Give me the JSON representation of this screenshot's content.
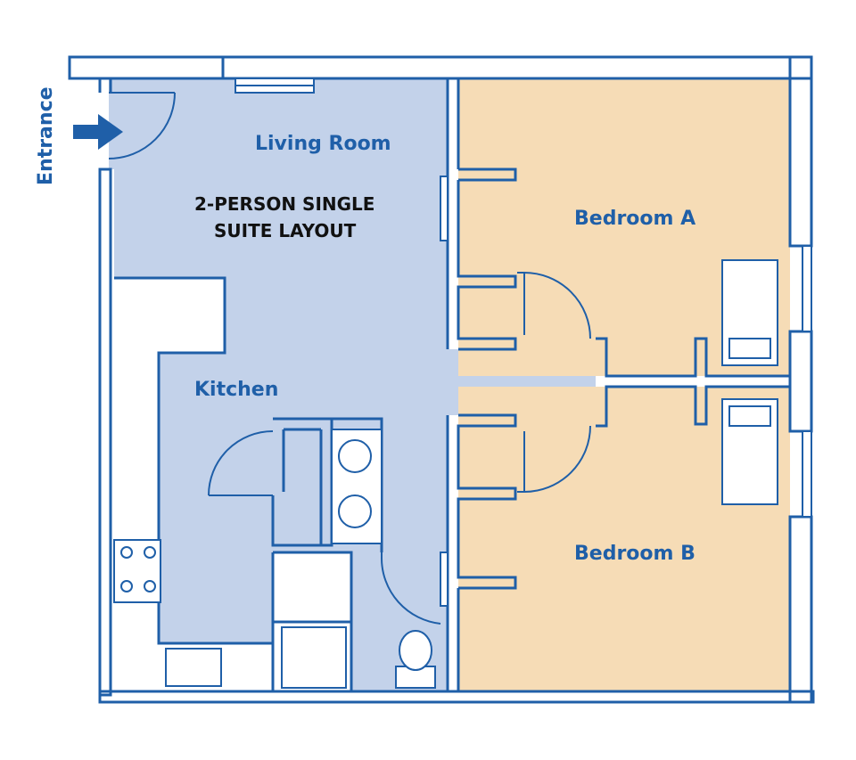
{
  "plan": {
    "title_line1": "2-PERSON  SINGLE",
    "title_line2": "SUITE LAYOUT",
    "entrance_label": "Entrance",
    "rooms": {
      "living_room": "Living Room",
      "kitchen": "Kitchen",
      "bedroom_a": "Bedroom A",
      "bedroom_b": "Bedroom B"
    },
    "colors": {
      "wall": "#1f5fa8",
      "common_area": "#c3d2ea",
      "bedroom": "#f6dcb6",
      "label": "#1f5fa8",
      "title": "#111111"
    },
    "icons": [
      "entrance-arrow-icon",
      "door-swing-icon",
      "sink-icon",
      "stove-icon",
      "shower-icon",
      "toilet-icon",
      "bed-icon",
      "window-icon"
    ]
  }
}
